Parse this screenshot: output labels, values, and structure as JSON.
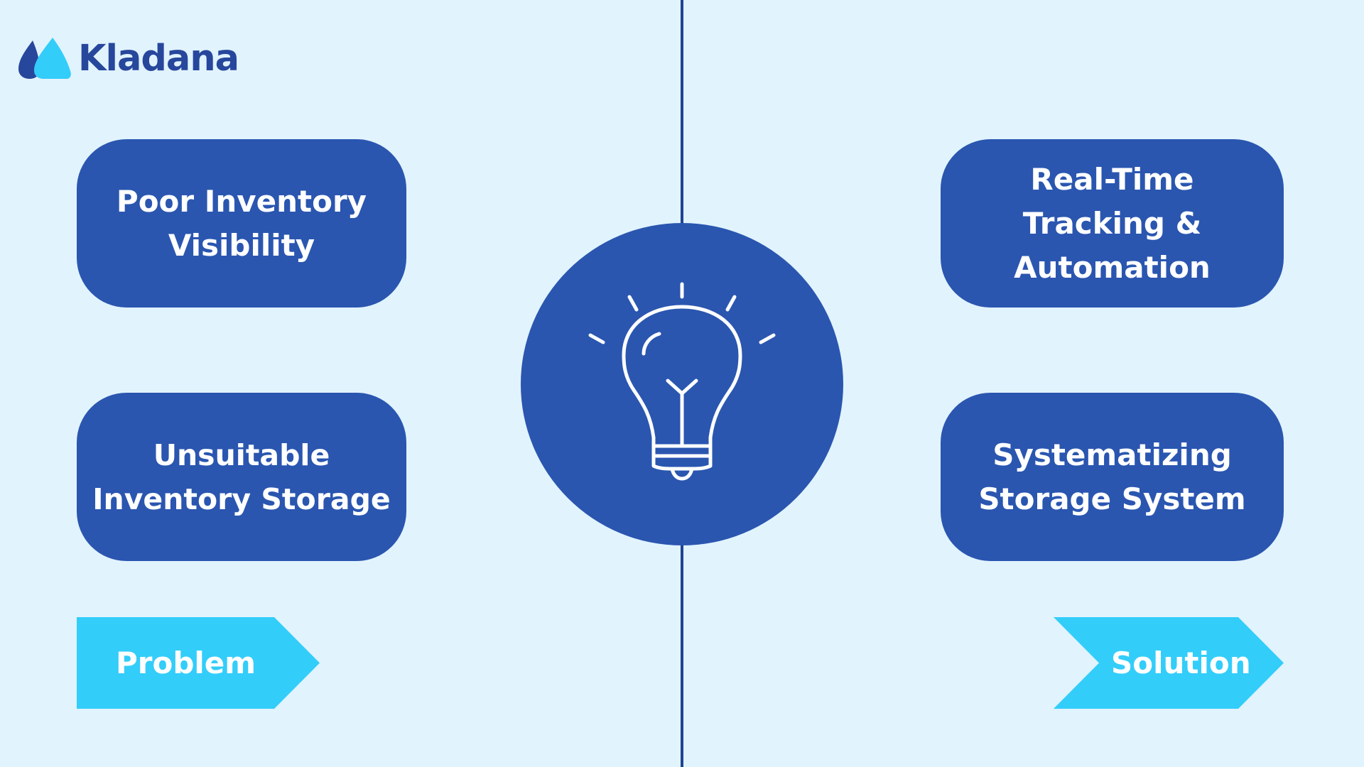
{
  "brand": {
    "name": "Kladana",
    "logo_icon": "kladana-drops-logo-icon"
  },
  "colors": {
    "background": "#e1f3fd",
    "card": "#2a56b0",
    "divider": "#1e4592",
    "tag": "#33cdfa",
    "text": "#ffffff",
    "logo_text": "#27479c"
  },
  "problems": {
    "tag_label": "Problem",
    "items": [
      {
        "label": "Poor Inventory\nVisibility"
      },
      {
        "label": "Unsuitable\nInventory Storage"
      }
    ]
  },
  "solutions": {
    "tag_label": "Solution",
    "items": [
      {
        "label": "Real-Time\nTracking &\nAutomation"
      },
      {
        "label": "Systematizing\nStorage System"
      }
    ]
  },
  "center": {
    "icon": "lightbulb-icon"
  }
}
